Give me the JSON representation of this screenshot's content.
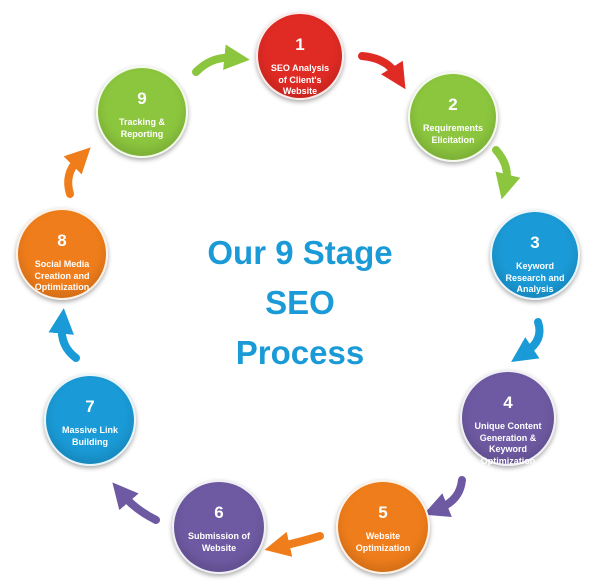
{
  "title_lines": [
    "Our 9 Stage",
    "SEO",
    "Process"
  ],
  "colors": {
    "red": "#e02a24",
    "green": "#8cc63e",
    "blue": "#1a9ad6",
    "purple": "#6e5aa2",
    "orange": "#ef7d1b",
    "title": "#1a9ad6"
  },
  "stages": [
    {
      "num": "1",
      "label": "SEO Analysis of Client's Website",
      "color": "#e02a24"
    },
    {
      "num": "2",
      "label": "Requirements Elicitation",
      "color": "#8cc63e"
    },
    {
      "num": "3",
      "label": "Keyword Research and Analysis",
      "color": "#1a9ad6"
    },
    {
      "num": "4",
      "label": "Unique Content Generation & Keyword Optimization",
      "color": "#6e5aa2"
    },
    {
      "num": "5",
      "label": "Website Optimization",
      "color": "#ef7d1b"
    },
    {
      "num": "6",
      "label": "Submission of Website",
      "color": "#6e5aa2"
    },
    {
      "num": "7",
      "label": "Massive Link Building",
      "color": "#1a9ad6"
    },
    {
      "num": "8",
      "label": "Social Media Creation and Optimization",
      "color": "#ef7d1b"
    },
    {
      "num": "9",
      "label": "Tracking & Reporting",
      "color": "#8cc63e"
    }
  ]
}
